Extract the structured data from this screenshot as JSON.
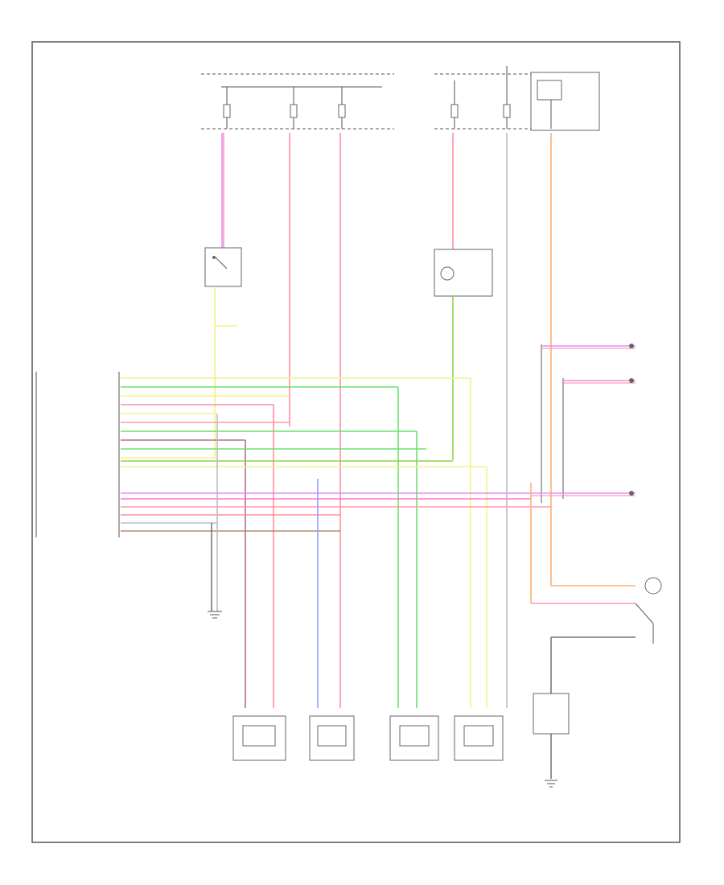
{
  "diagram": {
    "footer_code": ""
  },
  "colors": {
    "pink": "#ff9aa8",
    "red_light": "#ff8fa0",
    "yellow": "#f2f28a",
    "green": "#6ee06e",
    "green_dark": "#8fd24a",
    "violet": "#e38cff",
    "orange": "#ffb070",
    "blue": "#8fa0ff",
    "gray": "#bdbdbd",
    "brown": "#b88a6a",
    "purple": "#b07090",
    "olive": "#a8b460",
    "magenta": "#ff70d0"
  },
  "icons": [
    "ground-symbol",
    "fuse-symbol",
    "relay-symbol",
    "wheel-speed-sensor-symbol",
    "switch-symbol"
  ]
}
